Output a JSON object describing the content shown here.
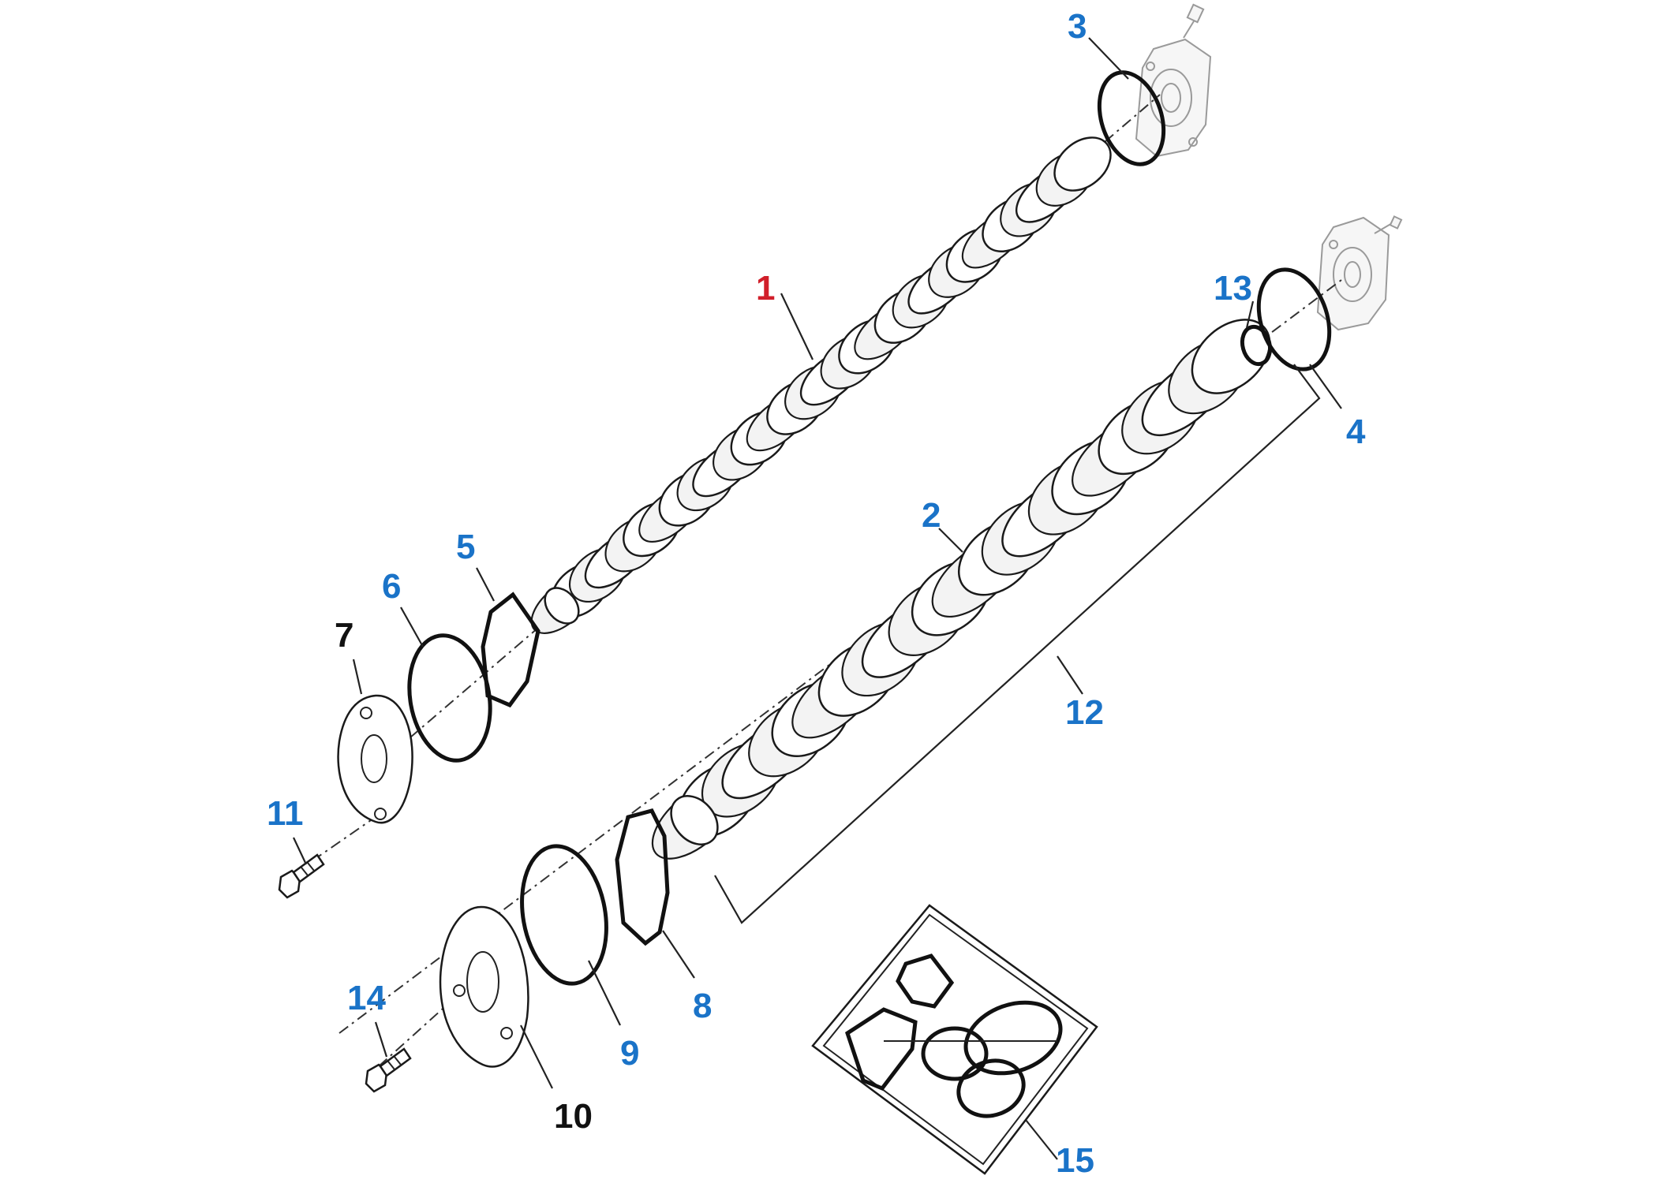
{
  "colors": {
    "callout_primary": "#d11f2a",
    "callout_standard": "#1a73c8",
    "callout_plain": "#111111"
  },
  "callouts": [
    {
      "id": "c1",
      "text": "1",
      "tone": "primary"
    },
    {
      "id": "c2",
      "text": "2",
      "tone": "standard"
    },
    {
      "id": "c3",
      "text": "3",
      "tone": "standard"
    },
    {
      "id": "c4",
      "text": "4",
      "tone": "standard"
    },
    {
      "id": "c5",
      "text": "5",
      "tone": "standard"
    },
    {
      "id": "c6",
      "text": "6",
      "tone": "standard"
    },
    {
      "id": "c7",
      "text": "7",
      "tone": "plain"
    },
    {
      "id": "c8",
      "text": "8",
      "tone": "standard"
    },
    {
      "id": "c9",
      "text": "9",
      "tone": "standard"
    },
    {
      "id": "c10",
      "text": "10",
      "tone": "plain"
    },
    {
      "id": "c11",
      "text": "11",
      "tone": "standard"
    },
    {
      "id": "c12",
      "text": "12",
      "tone": "standard"
    },
    {
      "id": "c13",
      "text": "13",
      "tone": "standard"
    },
    {
      "id": "c14",
      "text": "14",
      "tone": "standard"
    },
    {
      "id": "c15",
      "text": "15",
      "tone": "standard"
    }
  ]
}
